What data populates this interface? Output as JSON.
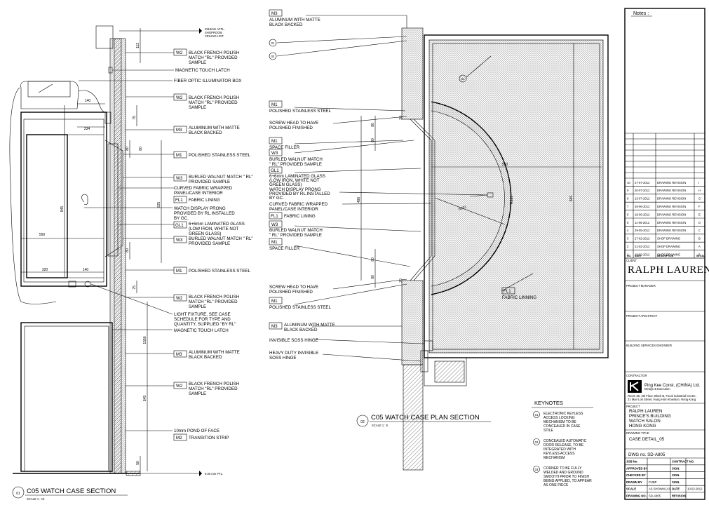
{
  "drawing": {
    "section_title": "C05 WATCH CASE SECTION",
    "section_no": "01",
    "section_scale": "SCALE 1 : 10",
    "plan_title": "C05 WATCH CASE PLAN SECTION",
    "plan_no": "02",
    "plan_scale": "SCALE 1 : 5"
  },
  "section_callouts": [
    {
      "tag": "W2",
      "text": [
        "BLACK FRENCH POLISH",
        "MATCH \"RL\" PROVIDED",
        "SAMPLE"
      ]
    },
    {
      "tag": "",
      "text": [
        "MAGNETIC TOUCH LATCH"
      ]
    },
    {
      "tag": "",
      "text": [
        "FIBER OPTIC ILLUMINATOR BOX"
      ]
    },
    {
      "tag": "W2",
      "text": [
        "BLACK FRENCH POLISH",
        "MATCH \"RL\" PROVIDED",
        "SAMPLE"
      ]
    },
    {
      "tag": "M3",
      "text": [
        "ALUMINUM WITH MATTE",
        "BLACK BACKED"
      ]
    },
    {
      "tag": "M1",
      "text": [
        "POLISHED STAINLESS STEEL"
      ]
    },
    {
      "tag": "W3",
      "text": [
        "BURLED WALNUT MATCH \" RL\"",
        "PROVIDED SAMPLE"
      ]
    },
    {
      "tag": "FL1",
      "text": [
        "CURVED FABRIC WRAPPED",
        "PANEL/CASE INTERIOR",
        "FABRIC LINING"
      ]
    },
    {
      "tag": "",
      "text": [
        "WATCH DISPLAY PRONG",
        "PROVIDED BY RL.INSTALLED",
        "BY GC."
      ]
    },
    {
      "tag": "GL1",
      "text": [
        "6+6mm LAMINATED GLASS",
        "(LOW IRON, WHITE NOT",
        "GREEN GLASS)"
      ]
    },
    {
      "tag": "W3",
      "text": [
        "BURLED WALNUT MATCH \" RL\"",
        "PROVIDED SAMPLE"
      ]
    },
    {
      "tag": "M1",
      "text": [
        "POLISHED STAINLESS STEEL"
      ]
    },
    {
      "tag": "W2",
      "text": [
        "BLACK FRENCH POLISH",
        "MATCH \"RL\" PROVIDED",
        "SAMPLE"
      ]
    },
    {
      "tag": "",
      "text": [
        "LIGHT FIXTURE, SEE CASE",
        "SCHEDULE FOR TYPE AND",
        "QUANTITY, SUPPLIED \"BY RL\""
      ]
    },
    {
      "tag": "",
      "text": [
        "MAGNETIC TOUCH LATCH"
      ]
    },
    {
      "tag": "M3",
      "text": [
        "ALUMINUM WITH MATTE",
        "BLACK BACKED"
      ]
    },
    {
      "tag": "W2",
      "text": [
        "BLACK FRENCH POLISH",
        "MATCH \"RL\" PROVIDED",
        "SAMPLE"
      ]
    },
    {
      "tag": "M2",
      "text": [
        "10mm POND OF FACE",
        "TRANSITION STRIP"
      ]
    }
  ],
  "plan_callouts": [
    {
      "tag": "M3",
      "text": [
        "ALUMINUM WITH MATTE",
        "BLACK BACKED"
      ]
    },
    {
      "tag": "M1",
      "text": [
        "POLISHED STAINLESS STEEL"
      ]
    },
    {
      "tag": "",
      "text": [
        "SCREW HEAD TO HAVE",
        "POLISHED FINISHED"
      ]
    },
    {
      "tag": "M1",
      "text": [
        "SPACE FILLER"
      ]
    },
    {
      "tag": "W3",
      "text": [
        "BURLED WALNUT MATCH",
        "\" RL\" PROVIDED SAMPLE"
      ]
    },
    {
      "tag": "GL1",
      "text": [
        "6+6mm LAMINATED GLASS",
        "(LOW IRON, WHITE NOT",
        "GREEN GLASS)"
      ]
    },
    {
      "tag": "",
      "text": [
        "WATCH DISPLAY PRONG",
        "PROVIDED BY RL.INSTALLED",
        "BY GC."
      ]
    },
    {
      "tag": "FL1",
      "text": [
        "CURVED FABRIC WRAPPED",
        "PANEL/CASE INTERIOR",
        "FABRIC LINING"
      ]
    },
    {
      "tag": "W3",
      "text": [
        "BURLED WALNUT MATCH",
        "\" RL\" PROVIDED SAMPLE"
      ]
    },
    {
      "tag": "M1",
      "text": [
        "SPACE FILLER"
      ]
    },
    {
      "tag": "",
      "text": [
        "SCREW HEAD TO HAVE",
        "POLISHED FINISHED"
      ]
    },
    {
      "tag": "M1",
      "text": [
        "POLISHED STAINLESS STEEL"
      ]
    },
    {
      "tag": "M3",
      "text": [
        "ALUMINUM WITH MATTE",
        "BLACK BACKED"
      ]
    },
    {
      "tag": "",
      "text": [
        "INVISIBLE SOSS HINGE"
      ]
    },
    {
      "tag": "",
      "text": [
        "HEAVY DUTY INVISIBLE",
        "SOSS HINGE"
      ]
    },
    {
      "tag": "FL1",
      "text": [
        "FABRIC LINNING"
      ]
    }
  ],
  "dimensions": {
    "section": [
      "140",
      "234",
      "845",
      "550",
      "320",
      "140",
      "625",
      "75",
      "80",
      "80",
      "80",
      "75",
      "1550",
      "845",
      "50",
      "112"
    ],
    "plan": [
      "80",
      "80",
      "486",
      "80",
      "80",
      "20",
      "20",
      "550",
      "845",
      "R231",
      "R235"
    ]
  },
  "levels": [
    "2515mm AFFL.",
    "SHOPROOM",
    "CEILING HGT.",
    "0.00 mm FFL."
  ],
  "keynotes": {
    "title": "KEYNOTES",
    "items": [
      {
        "num": "01",
        "text": [
          "ELECTRONIC KEYLESS",
          "ACCESS LOCKING",
          "MECHANISM TO BE",
          "CONCEALED IN CASE",
          "STILE"
        ]
      },
      {
        "num": "02",
        "text": [
          "CONCEALED AUTOMATIC",
          "DOOR RELEASE, TO BE",
          "INTEGRATED WITH",
          "KEYLESS ACCESS",
          "MECHANISM"
        ]
      },
      {
        "num": "03",
        "text": [
          "CORNER TO BE FULLY",
          "WELDED AND GROUND",
          "SMOOTH PRIOR TO FINISH",
          "BEING APPLIED, TO APPEAR",
          "AS ONE PIECE"
        ]
      }
    ]
  },
  "title_block": {
    "notes_label": "Notes :",
    "revisions": [
      {
        "no": "10",
        "date": "27-07-2012",
        "desc": "DRAWING REVISION",
        "initial": "I"
      },
      {
        "no": "9",
        "date": "20-07-2012",
        "desc": "DRAWING REVISION",
        "initial": "H"
      },
      {
        "no": "8",
        "date": "13-07-2012",
        "desc": "DRAWING REVISION",
        "initial": "G"
      },
      {
        "no": "7",
        "date": "25-06-2012",
        "desc": "DRAWING REVISION",
        "initial": "F"
      },
      {
        "no": "6",
        "date": "18-06-2012",
        "desc": "DRAWING REVISION",
        "initial": "E"
      },
      {
        "no": "5",
        "date": "11-06-2012",
        "desc": "DRAWING REVISION",
        "initial": "D"
      },
      {
        "no": "4",
        "date": "29-05-2012",
        "desc": "DRAWING REVISION",
        "initial": "C"
      },
      {
        "no": "3",
        "date": "27-02-2012",
        "desc": "SHOP DRAWING",
        "initial": "B"
      },
      {
        "no": "2",
        "date": "21-02-2012",
        "desc": "SHOP DRAWING",
        "initial": "A"
      },
      {
        "no": "1",
        "date": "10-02-2012",
        "desc": "SHOP DRAWING",
        "initial": "0"
      }
    ],
    "rev_headers": [
      "NO.",
      "DATE",
      "DESCRIPTION",
      "INITIAL"
    ],
    "client_label": "CLIENT",
    "client": "RALPH LAUREN",
    "project_manager_label": "PROJECT MANAGER",
    "project_architect_label": "PROJECT ARCHITECT",
    "bss_engineer_label": "BUILDING SERVICES ENGINEER",
    "contractor_label": "CONTRACTOR",
    "contractor_name": "Ping Kee Const. (CHINA) Ltd.",
    "contractor_sub": "Design & Execution",
    "contractor_addr": [
      "Room 25, 4th Floor, Block B, Focal Industrial Centre,",
      "21 Man Lok Street, Hung Hom Kowloon, Hong Kong."
    ],
    "project_label": "PROJECT",
    "project": [
      "RALPH LAUREN",
      "PRINCE'S BUILDING",
      "WATCH SALON",
      "HONG KONG"
    ],
    "drawing_title_label": "DRAWING TITLE",
    "drawing_title": "CASE DETAIL_05",
    "dwg_no": "DWG no. SD-A805",
    "rows": [
      {
        "l": "JOB No.",
        "v": "",
        "l2": "CONTRACT NO.",
        "v2": ""
      },
      {
        "l": "APPROVED BY",
        "v": "",
        "l2": "SIGN.",
        "v2": ""
      },
      {
        "l": "CHECKED BY",
        "v": "",
        "l2": "SIGN.",
        "v2": ""
      },
      {
        "l": "DRAWN BY",
        "v": "PUBP",
        "l2": "SIGN.",
        "v2": ""
      },
      {
        "l": "SCALE",
        "v": "AS SHOWN (A3)",
        "l2": "DATE",
        "v2": "10-02-2012"
      },
      {
        "l": "DRAWING NO.",
        "v": "SD-A805",
        "l2": "REVISION",
        "v2": ""
      }
    ]
  }
}
